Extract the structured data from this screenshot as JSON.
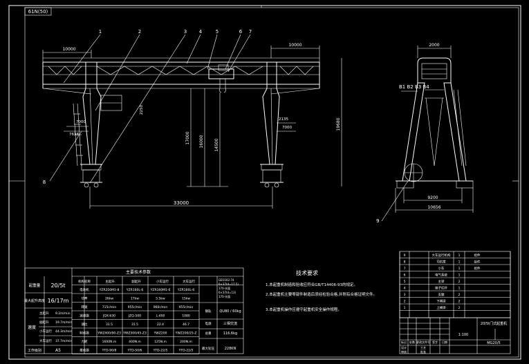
{
  "frame": {
    "stamp": "61N(50)"
  },
  "front_view": {
    "callouts": [
      "1",
      "2",
      "3",
      "4",
      "5",
      "6",
      "7"
    ],
    "callout_8": "8",
    "dims": {
      "left_cantilever": "10000",
      "right_cantilever": "10000",
      "span": "33000",
      "height_17000": "17000",
      "height_16000": "16000",
      "height_14500": "14500",
      "dim_2250": "2250",
      "dim_7000": "7000",
      "dim_7638": "7638",
      "dim_2135": "2135",
      "dim_7000_r": "7000",
      "overall_height": "19680"
    }
  },
  "side_view": {
    "top_width": "2000",
    "rail_labels": "B1 B2 B3 B4",
    "base_inner": "9200",
    "base_outer": "10656",
    "callout_9": "9"
  },
  "notes": {
    "title": "技术要求",
    "items": [
      "1.本起重机制造和验收应符合GB/T14406-93的规定。",
      "2.本起重机主要零部件制造后须经检验合格,并附有合格证明文件。",
      "3.本起重机操作应遵守起重机安全操作规程。"
    ]
  },
  "spec_table": {
    "title": "主要技术参数",
    "left": {
      "rows": [
        {
          "label": "起重量",
          "value": "20/5t"
        },
        {
          "label": "最大起升高度",
          "value": "16/17m"
        },
        {
          "label": "速度",
          "sub": [
            {
              "k": "主起升",
              "v": "9.2m/min"
            },
            {
              "k": "副起升",
              "v": "19.7m/min"
            },
            {
              "k": "小车运行",
              "v": "44.3m/min"
            },
            {
              "k": "大车运行",
              "v": "37.7m/min"
            }
          ]
        },
        {
          "label": "工作级别",
          "value": "A5"
        }
      ]
    },
    "header": [
      "机构名称",
      "主起升",
      "副起升",
      "小车运行",
      "大车运行"
    ],
    "right": {
      "rows": [
        {
          "label": "电动机",
          "cells": [
            "YZR250M1-8",
            "YZR160L-6",
            "YZR160M1-6",
            "YZR160L-6"
          ]
        },
        {
          "label": "功率",
          "cells": [
            "26kw",
            "17kw",
            "5.5kw",
            "15kw"
          ]
        },
        {
          "label": "转速",
          "cells": [
            "715r/min",
            "955r/min",
            "960r/min",
            "955r/min"
          ]
        },
        {
          "label": "减速器",
          "cells": [
            "JQX-630",
            "JZQ-500",
            "L-400",
            "1080"
          ]
        },
        {
          "label": "速比",
          "cells": [
            "31.5",
            "31.5",
            "22.4",
            "46.7"
          ]
        },
        {
          "label": "制动器",
          "cells": [
            "YWZ400/90-Z3",
            "YWZ300/45-Z3",
            "YWZ200",
            "YWZ200/25-Z"
          ]
        },
        {
          "label": "力矩",
          "cells": [
            "1600N.m",
            "400N.m",
            "125N.m",
            "200N.m"
          ]
        },
        {
          "label": "推动器",
          "cells": [
            "YTD-90/8",
            "YTD-50/6",
            "YTD-22/5",
            "YTD-22/5"
          ]
        }
      ],
      "extra": [
        {
          "k": "钢轨",
          "v": "QU80 / 60kg"
        },
        {
          "k": "电源",
          "v": "三相交流"
        },
        {
          "k": "总重",
          "v": "116.6kg"
        },
        {
          "k": "最大轮压",
          "v": "228KN"
        }
      ],
      "right_top": [
        "GB1102-74",
        "6×37(d=17.5)",
        "170-光面",
        "6×37(d=13)",
        "170-光面"
      ]
    }
  },
  "parts_list": {
    "rows": [
      [
        "9",
        "大车运行机构",
        "1",
        "组件"
      ],
      [
        "8",
        "司机室",
        "1",
        "组件"
      ],
      [
        "7",
        "小车",
        "1",
        "组件"
      ],
      [
        "6",
        "电气系统",
        "1",
        ""
      ],
      [
        "5",
        "主梁",
        "2",
        ""
      ],
      [
        "4",
        "梯子栏杆",
        "1",
        ""
      ],
      [
        "3",
        "支腿",
        "2",
        ""
      ],
      [
        "2",
        "下横梁",
        "2",
        ""
      ],
      [
        "1",
        "上横梁",
        "2",
        ""
      ]
    ],
    "header": [
      "序号",
      "名称",
      "数量",
      "备注"
    ]
  },
  "title_block": {
    "name": "20/5t门式起重机",
    "code": "MG20/5",
    "labels": [
      "标记",
      "处数",
      "更改文件号",
      "签字",
      "日期",
      "设计",
      "审核",
      "工艺",
      "批准"
    ],
    "scale": "1:100"
  }
}
